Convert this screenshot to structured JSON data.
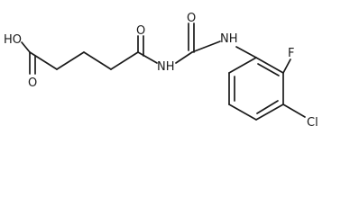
{
  "molecule": {
    "atom_labels": {
      "hydroxyl": "HO",
      "acid_oxygen": "O",
      "ketone_oxygen": "O",
      "urea_oxygen": "O",
      "amide_nh": "NH",
      "aryl_nh": "NH",
      "fluorine": "F",
      "chlorine": "Cl"
    }
  }
}
